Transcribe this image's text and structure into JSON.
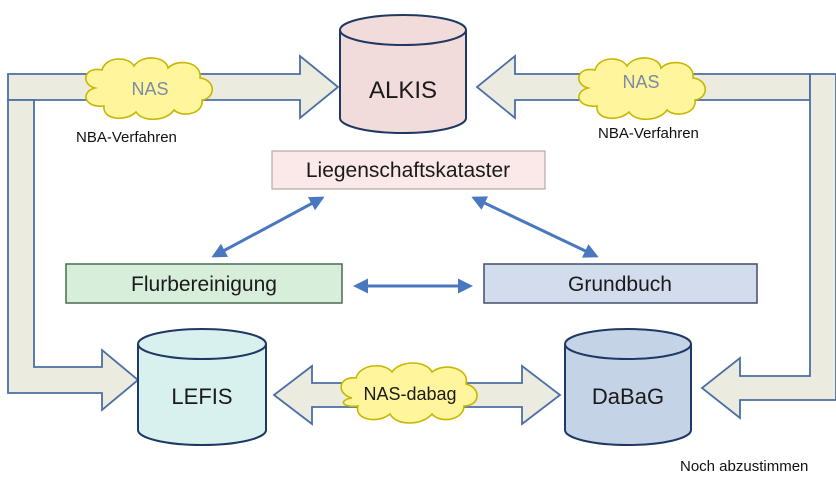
{
  "nodes": {
    "alkis": "ALKIS",
    "lefis": "LEFIS",
    "dabag": "DaBaG",
    "liegenschaftskataster": "Liegenschaftskataster",
    "flurbereinigung": "Flurbereinigung",
    "grundbuch": "Grundbuch"
  },
  "clouds": {
    "nas_left": "NAS",
    "nas_right": "NAS",
    "nas_dabag": "NAS-dabag"
  },
  "captions": {
    "nba_left": "NBA-Verfahren",
    "nba_right": "NBA-Verfahren",
    "noch": "Noch abzustimmen"
  },
  "colors": {
    "alkis_fill": "#f2dcdb",
    "cylinder_stroke": "#1f3864",
    "lefis_fill": "#d9f1ee",
    "dabag_fill": "#c5d3e6",
    "kataster_fill": "#fbe9e9",
    "flur_fill": "#d7eedb",
    "grund_fill": "#d3dced",
    "cloud_fill": "#fff59d",
    "cloud_stroke": "#c9b600",
    "big_arrow_fill": "#ecebe0",
    "big_arrow_stroke": "#4a6fa5",
    "link_arrow": "#4a78c0"
  }
}
